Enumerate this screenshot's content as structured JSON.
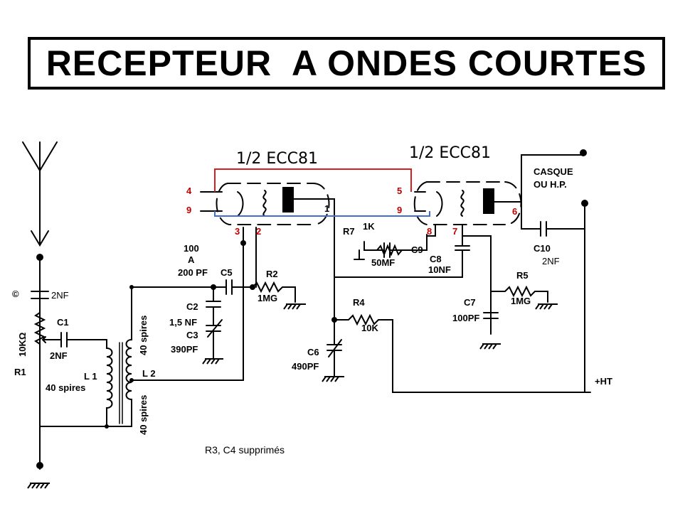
{
  "title": "RECEPTEUR  A ONDES COURTES",
  "tubes": {
    "left": "1/2 ECC81",
    "right": "1/2 ECC81"
  },
  "pins": {
    "p4": "4",
    "p9a": "9",
    "p3": "3",
    "p2": "2",
    "p1": "1",
    "p5": "5",
    "p9b": "9",
    "p8": "8",
    "p7": "7",
    "p6": "6"
  },
  "components": {
    "C_top": {
      "ref": "©",
      "value": "2NF"
    },
    "R1": {
      "ref": "R1",
      "value": "10KΩ"
    },
    "C1": {
      "ref": "C1",
      "value": "2NF"
    },
    "L1": {
      "ref": "L 1",
      "value": "40 spires"
    },
    "L2": {
      "ref": "L 2",
      "value_a": "40 spires",
      "value_b": "40 spires"
    },
    "C5": {
      "ref": "C5",
      "value_top": "100",
      "value_mid": "A",
      "value": "200 PF"
    },
    "R2": {
      "ref": "R2",
      "value": "1MG"
    },
    "C2": {
      "ref": "C2",
      "value": "1,5 NF"
    },
    "C3": {
      "ref": "C3",
      "value": "390PF"
    },
    "C6": {
      "ref": "C6",
      "value": "490PF"
    },
    "R4": {
      "ref": "R4",
      "value": "10K"
    },
    "R7": {
      "ref": "R7",
      "value": "1K"
    },
    "C9": {
      "ref": "C9",
      "value": "50MF"
    },
    "C8": {
      "ref": "C8",
      "value": "10NF"
    },
    "C7": {
      "ref": "C7",
      "value": "100PF"
    },
    "R5": {
      "ref": "R5",
      "value": "1MG"
    },
    "C10": {
      "ref": "C10",
      "value": "2NF"
    }
  },
  "output": {
    "line1": "CASQUE",
    "line2": "OU H.P."
  },
  "supply": "+HT",
  "note": "R3, C4 supprimés",
  "colors": {
    "heater_red": "#d42020",
    "heater_blue": "#3b6fd0",
    "wire": "#000000"
  }
}
